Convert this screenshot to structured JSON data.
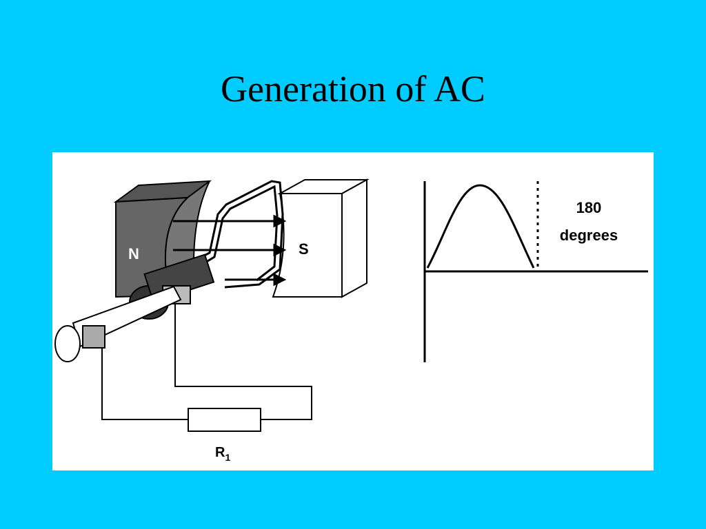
{
  "slide": {
    "title": "Generation of AC",
    "background": "#00CCFF"
  },
  "generator": {
    "north_pole_label": "N",
    "south_pole_label": "S",
    "resistor_label": "R",
    "resistor_subscript": "1",
    "magnet_color": "#666666"
  },
  "waveform": {
    "annotation_line1": "180",
    "annotation_line2": "degrees"
  }
}
